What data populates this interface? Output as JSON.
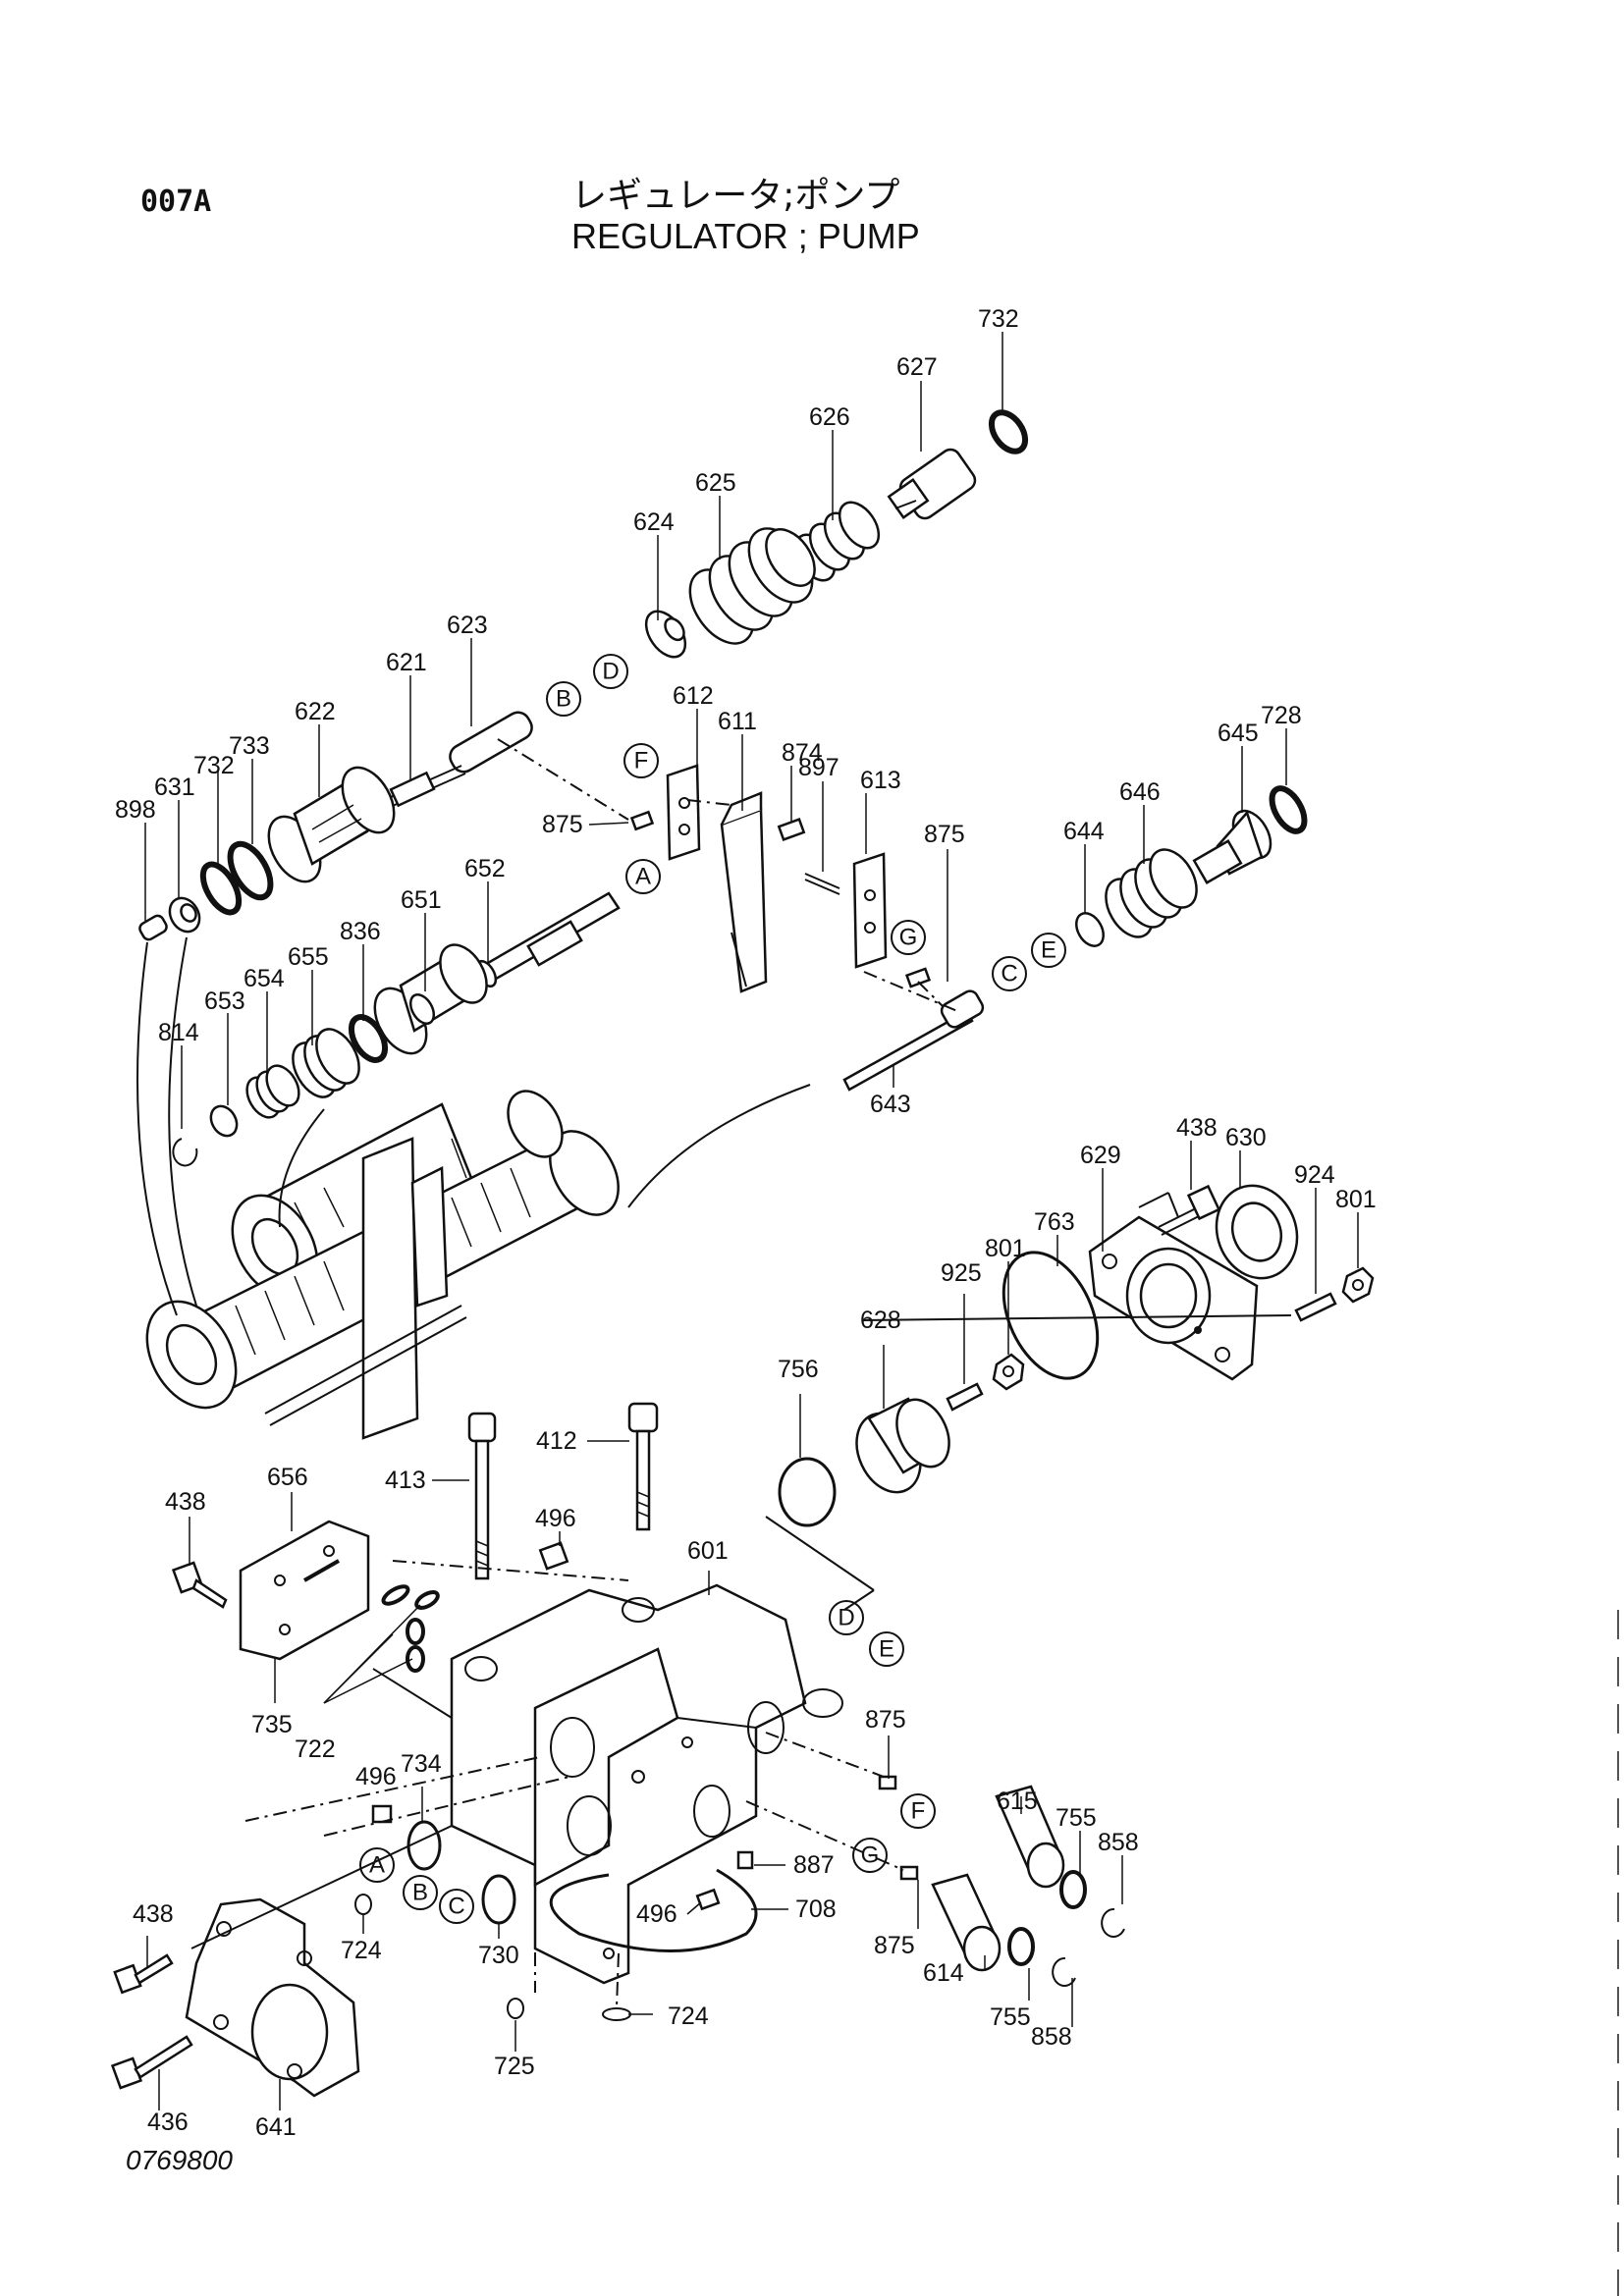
{
  "header": {
    "group_code": "007A",
    "title_jp": "レギュレータ;ポンプ",
    "title_en": "REGULATOR ; PUMP"
  },
  "drawing_number": "0769800",
  "part_labels": [
    {
      "text": "732"
    },
    {
      "text": "627"
    },
    {
      "text": "626"
    },
    {
      "text": "625"
    },
    {
      "text": "624"
    },
    {
      "text": "623"
    },
    {
      "text": "621"
    },
    {
      "text": "622"
    },
    {
      "text": "733"
    },
    {
      "text": "732"
    },
    {
      "text": "631"
    },
    {
      "text": "898"
    },
    {
      "text": "612"
    },
    {
      "text": "611"
    },
    {
      "text": "874"
    },
    {
      "text": "897"
    },
    {
      "text": "613"
    },
    {
      "text": "875"
    },
    {
      "text": "875"
    },
    {
      "text": "728"
    },
    {
      "text": "645"
    },
    {
      "text": "646"
    },
    {
      "text": "644"
    },
    {
      "text": "652"
    },
    {
      "text": "651"
    },
    {
      "text": "836"
    },
    {
      "text": "655"
    },
    {
      "text": "654"
    },
    {
      "text": "653"
    },
    {
      "text": "814"
    },
    {
      "text": "643"
    },
    {
      "text": "438"
    },
    {
      "text": "630"
    },
    {
      "text": "629"
    },
    {
      "text": "924"
    },
    {
      "text": "801"
    },
    {
      "text": "763"
    },
    {
      "text": "801"
    },
    {
      "text": "925"
    },
    {
      "text": "628"
    },
    {
      "text": "756"
    },
    {
      "text": "412"
    },
    {
      "text": "413"
    },
    {
      "text": "496"
    },
    {
      "text": "601"
    },
    {
      "text": "656"
    },
    {
      "text": "438"
    },
    {
      "text": "735"
    },
    {
      "text": "722"
    },
    {
      "text": "875"
    },
    {
      "text": "496"
    },
    {
      "text": "734"
    },
    {
      "text": "615"
    },
    {
      "text": "755"
    },
    {
      "text": "858"
    },
    {
      "text": "887"
    },
    {
      "text": "708"
    },
    {
      "text": "496"
    },
    {
      "text": "438"
    },
    {
      "text": "724"
    },
    {
      "text": "730"
    },
    {
      "text": "875"
    },
    {
      "text": "614"
    },
    {
      "text": "755"
    },
    {
      "text": "858"
    },
    {
      "text": "724"
    },
    {
      "text": "725"
    },
    {
      "text": "436"
    },
    {
      "text": "641"
    }
  ],
  "reference_markers": [
    {
      "letter": "B"
    },
    {
      "letter": "D"
    },
    {
      "letter": "F"
    },
    {
      "letter": "A"
    },
    {
      "letter": "G"
    },
    {
      "letter": "E"
    },
    {
      "letter": "C"
    },
    {
      "letter": "D"
    },
    {
      "letter": "E"
    },
    {
      "letter": "F"
    },
    {
      "letter": "G"
    },
    {
      "letter": "A"
    },
    {
      "letter": "B"
    },
    {
      "letter": "C"
    }
  ]
}
